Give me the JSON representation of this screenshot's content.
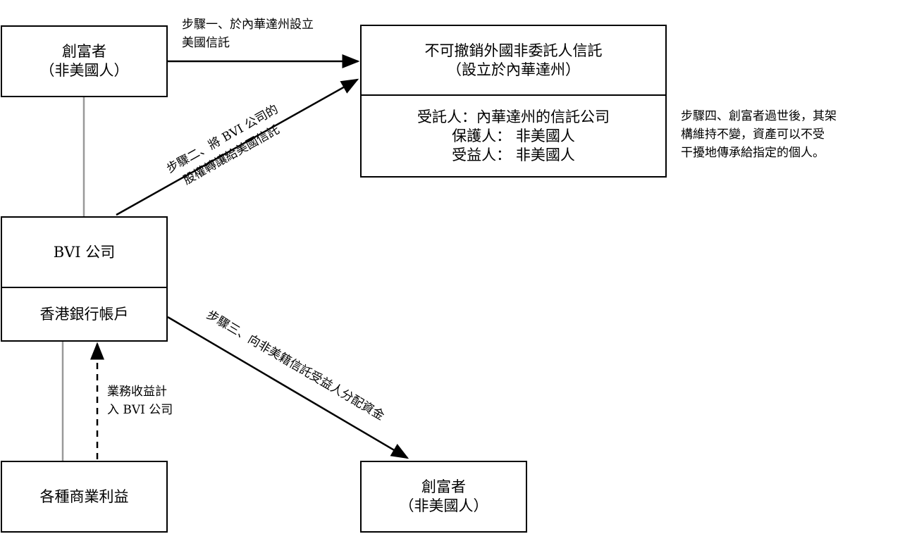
{
  "founder_top": {
    "line1": "創富者",
    "line2": "（非美國人）"
  },
  "trust": {
    "name": "不可撤銷外國非委託人信託",
    "location": "（設立於內華達州）",
    "trustee": "受託人：內華達州的信託公司",
    "protector": "保護人： 非美國人",
    "beneficiary": "受益人： 非美國人"
  },
  "bvi": {
    "name": "BVI 公司",
    "account": "香港銀行帳戶"
  },
  "business": {
    "label": "各種商業利益"
  },
  "founder_bottom": {
    "line1": "創富者",
    "line2": "（非美國人）"
  },
  "steps": {
    "step1_line1": "步驟一、於內華達州設立",
    "step1_line2": "美國信託",
    "step2_line1": "步驟二、將 BVI 公司的",
    "step2_line2": "股權轉讓給美國信託",
    "step3": "步驟三、向非美籍信託受益人分配資金",
    "step4_line1": "步驟四、創富者過世後，其架",
    "step4_line2": "構維持不變，資產可以不受",
    "step4_line3": "干擾地傳承給指定的個人。",
    "income_line1": "業務收益計",
    "income_line2": "入 BVI 公司"
  },
  "colors": {
    "line": "#000000",
    "connector": "#999999"
  }
}
